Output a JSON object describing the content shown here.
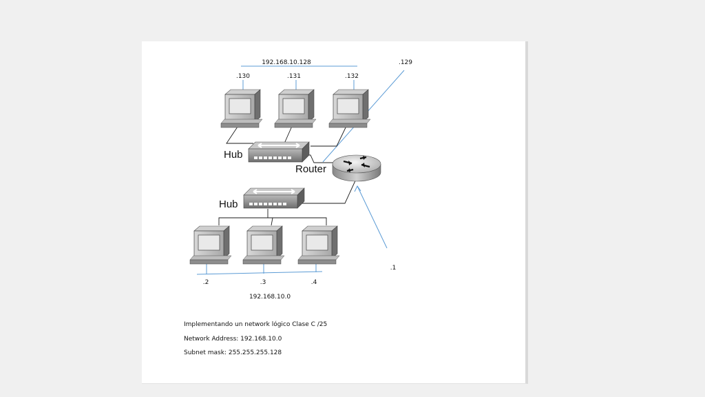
{
  "diagram": {
    "top_subnet": {
      "network": "192.168.10.128",
      "host_labels": [
        ".130",
        ".131",
        ".132"
      ],
      "gateway": ".129"
    },
    "bottom_subnet": {
      "network": "192.168.10.0",
      "host_labels": [
        ".2",
        ".3",
        ".4"
      ],
      "gateway": ".1"
    },
    "devices": {
      "hub_top": "Hub",
      "hub_bottom": "Hub",
      "router": "Router"
    },
    "colors": {
      "annotation_line": "#5b9bd5",
      "cable": "#1a1a1a",
      "device_gray": "#9a9a9a"
    }
  },
  "notes": [
    "Implementando un network lógico Clase C /25",
    "Network Address: 192.168.10.0",
    "Subnet mask: 255.255.255.128"
  ]
}
